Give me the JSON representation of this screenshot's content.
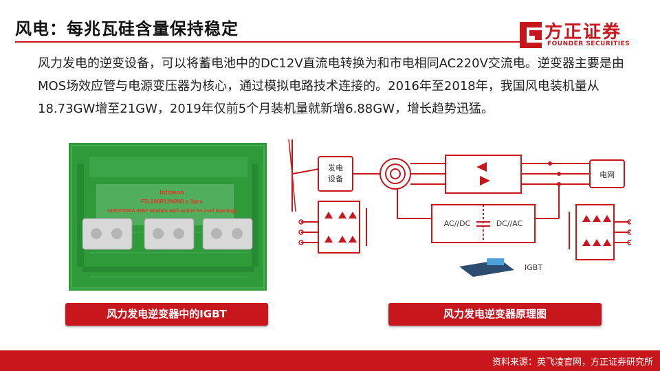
{
  "header": {
    "title": "风电：每兆瓦硅含量保持稳定",
    "logo_cn": "方正证券",
    "logo_en": "FOUNDER SECURITIES"
  },
  "intro": {
    "text": "风力发电的逆变设备，可以将蓄电池中的DC12V直流电转换为和市电相同AC220V交流电。逆变器主要是由MOS场效应管与电源变压器为核心，通过模拟电路技术连接的。2016年至2018年，我国风电装机量从18.73GW增至21GW，2019年仅前5个月装机量就新增6.88GW，增长趋势迅猛。"
  },
  "photo": {
    "line1": "Infineon",
    "line2": "F5L200R12N2H3 x 3pcs",
    "line3": "1200V/200A IGBT Module with active 5-Level topology"
  },
  "diagram": {
    "generator_label_1": "发电",
    "generator_label_2": "设备",
    "grid_label": "电网",
    "acdc": "AC//DC",
    "dcac": "DC//AC",
    "igbt": "IGBT"
  },
  "captions": {
    "left": "风力发电逆变器中的IGBT",
    "right": "风力发电逆变器原理图"
  },
  "footer": {
    "source": "资料来源：英飞凌官网，方正证券研究所"
  },
  "colors": {
    "brand_red": "#c8161d",
    "pcb_green": "#2e9a3a",
    "diagram_red": "#c8161d"
  }
}
